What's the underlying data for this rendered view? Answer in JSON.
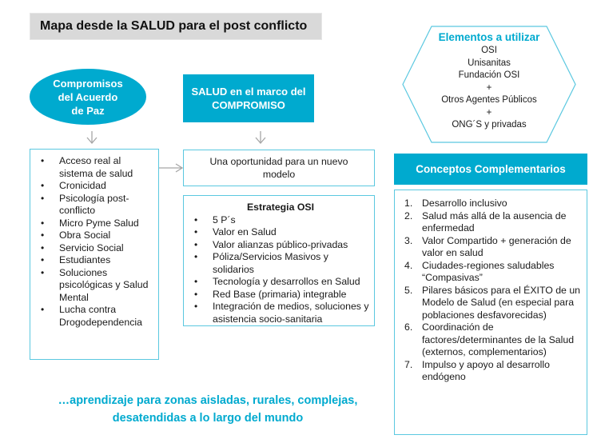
{
  "title": "Mapa desde la SALUD para el post conflicto",
  "colors": {
    "accent": "#00aacf",
    "outline": "#5bc8e0",
    "title_bg": "#d9d9d9",
    "arrow": "#a6a6a6",
    "text": "#1a1a1a"
  },
  "compromisos": {
    "label": "Compromisos del Acuerdo de Paz",
    "items": [
      "Acceso real al sistema de salud",
      "Cronicidad",
      "Psicología post-conflicto",
      "Micro Pyme Salud",
      "Obra Social",
      "Servicio Social",
      "Estudiantes",
      "Soluciones psicológicas y Salud Mental",
      "Lucha contra Drogodependencia"
    ]
  },
  "salud": {
    "label": "SALUD en el marco del COMPROMISO",
    "oportunidad": "Una oportunidad para un nuevo modelo",
    "estrategia": {
      "heading": "Estrategia OSI",
      "items": [
        "5 P´s",
        "Valor en Salud",
        "Valor alianzas público-privadas",
        "Póliza/Servicios Masivos y solidarios",
        "Tecnología y desarrollos en Salud",
        "Red Base (primaria) integrable",
        "Integración de medios, soluciones y asistencia socio-sanitaria"
      ]
    }
  },
  "elementos": {
    "title": "Elementos a utilizar",
    "lines": [
      "OSI",
      "Unisanitas",
      "Fundación OSI",
      "+",
      "Otros Agentes Públicos",
      "+",
      "ONG´S y privadas"
    ]
  },
  "conceptos": {
    "title": "Conceptos Complementarios",
    "items": [
      {
        "num": "1.",
        "text": "Desarrollo inclusivo"
      },
      {
        "num": "2.",
        "text": "Salud más allá de la ausencia de enfermedad"
      },
      {
        "num": "3.",
        "text": "Valor Compartido + generación de valor en salud"
      },
      {
        "num": "4.",
        "text": "Ciudades-regiones saludables “Compasivas”"
      },
      {
        "num": "5.",
        "text": "Pilares básicos para el ÉXITO de un Modelo de Salud (en especial para poblaciones desfavorecidas)"
      },
      {
        "num": "6.",
        "text": "Coordinación de factores/determinantes de la Salud (externos, complementarios)"
      },
      {
        "num": "7.",
        "text": "Impulso y apoyo al desarrollo endógeno"
      }
    ]
  },
  "footer": {
    "line1": "…aprendizaje para zonas aisladas, rurales, complejas,",
    "line2": "desatendidas a lo largo del mundo"
  }
}
